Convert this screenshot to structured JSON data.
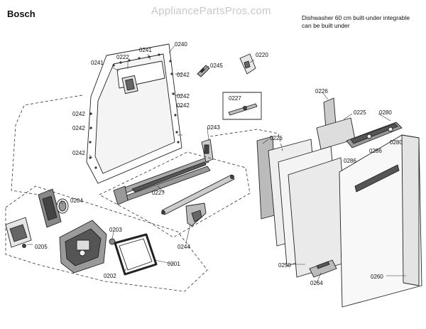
{
  "header": {
    "brand": "Bosch",
    "watermark": "AppliancePartsPros.com",
    "description_lines": [
      "Dishwasher 60 cm built-under integrable",
      "can be built under"
    ]
  },
  "callouts": [
    "0241",
    "0222",
    "0241",
    "0240",
    "0245",
    "0220",
    "0242",
    "0242",
    "0227",
    "0226",
    "0225",
    "0280",
    "0242",
    "0242",
    "0243",
    "0286",
    "0280",
    "0242",
    "0286",
    "0242",
    "0226",
    "0227",
    "0204",
    "0203",
    "0205",
    "0244",
    "0201",
    "0202",
    "0250",
    "0264",
    "0260"
  ],
  "colors": {
    "line": "#222222",
    "dash": "#333333",
    "label": "#111111"
  }
}
